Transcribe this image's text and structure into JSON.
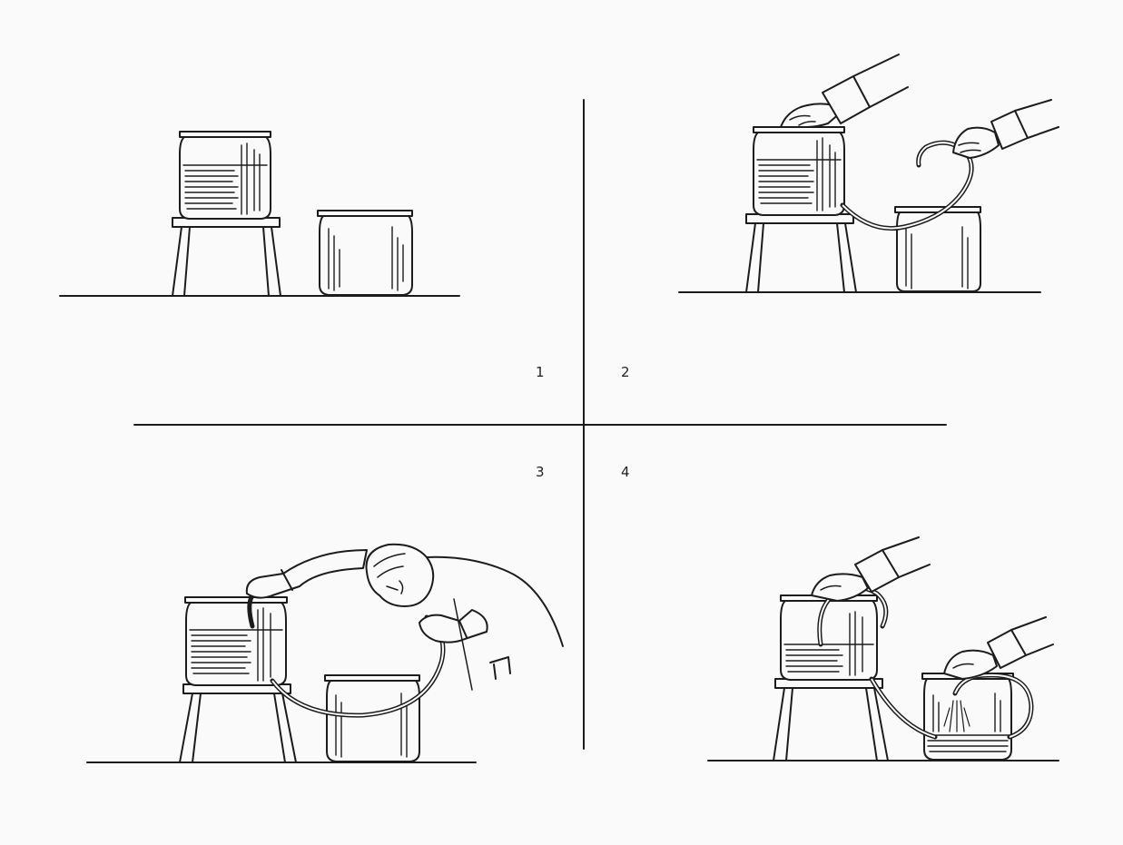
{
  "panels": [
    {
      "number": "1",
      "scene": "two-jars-on-stool-and-floor"
    },
    {
      "number": "2",
      "scene": "hose-connected-hands-closing"
    },
    {
      "number": "3",
      "scene": "person-sucking-hose"
    },
    {
      "number": "4",
      "scene": "water-flowing-into-lower-jar"
    }
  ],
  "colors": {
    "ink": "#1c1c1c",
    "background": "#fafafa"
  }
}
